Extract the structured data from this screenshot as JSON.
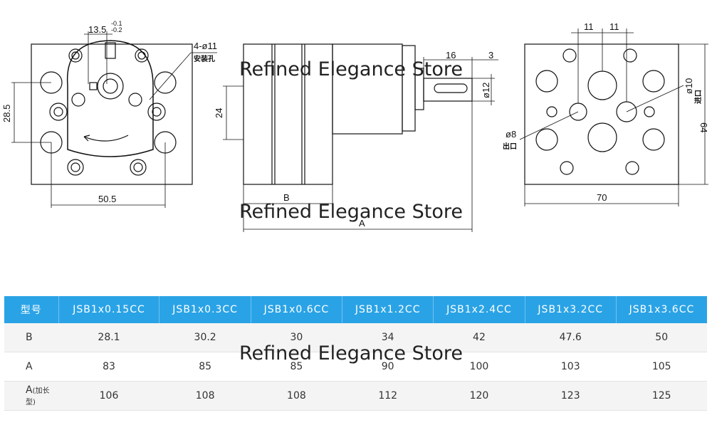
{
  "drawing": {
    "front_view": {
      "dim_top": "13.5",
      "dim_top_tol_upper": "-0.1",
      "dim_top_tol_lower": "-0.2",
      "dim_left": "28.5",
      "dim_bottom": "50.5",
      "hole_callout": "4-ø11",
      "hole_label": "安装孔"
    },
    "side_view": {
      "dim_16": "16",
      "dim_3": "3",
      "dim_24": "24",
      "dim_shaft": "ø12",
      "dim_B": "B",
      "dim_A": "A"
    },
    "port_view": {
      "dim_11_left": "11",
      "dim_11_right": "11",
      "dim_inlet_dia": "ø10",
      "inlet_label": "进口",
      "dim_outlet_dia": "ø8",
      "outlet_label": "出口",
      "dim_width": "70",
      "dim_height": "64"
    }
  },
  "watermark": "Refined Elegance Store",
  "table": {
    "header_label": "型号",
    "models": [
      "JSB1x0.15CC",
      "JSB1x0.3CC",
      "JSB1x0.6CC",
      "JSB1x1.2CC",
      "JSB1x2.4CC",
      "JSB1x3.2CC",
      "JSB1x3.6CC"
    ],
    "rows": [
      {
        "label": "B",
        "suffix": "",
        "values": [
          "28.1",
          "30.2",
          "30",
          "34",
          "42",
          "47.6",
          "50"
        ]
      },
      {
        "label": "A",
        "suffix": "",
        "values": [
          "83",
          "85",
          "85",
          "90",
          "100",
          "103",
          "105"
        ]
      },
      {
        "label": "A",
        "suffix": "(加长型)",
        "values": [
          "106",
          "108",
          "108",
          "112",
          "120",
          "123",
          "125"
        ]
      }
    ]
  },
  "colors": {
    "header_bg": "#2aa3e6",
    "line": "#111111"
  }
}
